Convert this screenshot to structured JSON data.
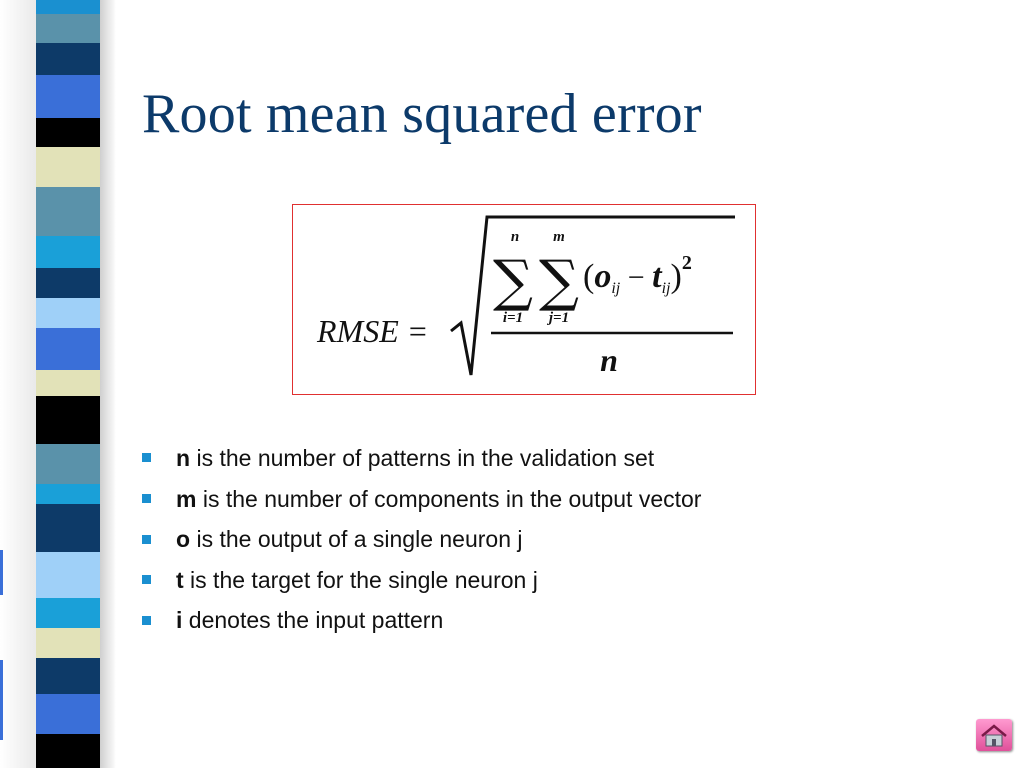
{
  "slide": {
    "title": "Root mean squared error",
    "formula": {
      "lhs": "RMSE =",
      "sum_i_top": "n",
      "sum_i_bottom": "i=1",
      "sum_j_top": "m",
      "sum_j_bottom": "j=1",
      "summand_open": "(",
      "o": "o",
      "o_sub": "ij",
      "minus": " − ",
      "t": "t",
      "t_sub": "ij",
      "summand_close": ")",
      "exponent": "2",
      "denominator": "n"
    },
    "bullets": [
      {
        "var": "n",
        "text": " is the number of patterns in the validation set"
      },
      {
        "var": "m",
        "text": " is the number of components in the output vector"
      },
      {
        "var": "o",
        "text": " is the output of a single neuron j"
      },
      {
        "var": "t",
        "text": " is the target for the single neuron j"
      },
      {
        "var": "i",
        "text": " denotes the input pattern"
      }
    ]
  },
  "colors": {
    "title": "#0c3a6a",
    "bullet": "#1a8fd0",
    "formula_border": "#e03030",
    "home_button": "#e0509a"
  },
  "icons": {
    "home": "home-icon",
    "bullet": "square-bullet-icon"
  }
}
